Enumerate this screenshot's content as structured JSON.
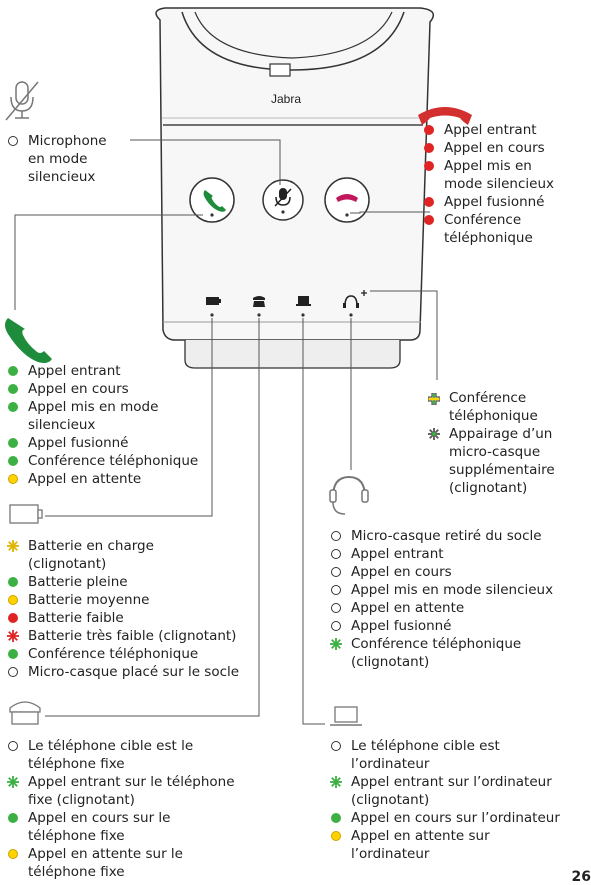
{
  "colors": {
    "green": "#3cb043",
    "red": "#e02424",
    "yellow": "#ffd200",
    "dark_green": "#1e8c3a",
    "device_red": "#d32f2f",
    "magenta": "#c2185b"
  },
  "device": {
    "brand": "Jabra"
  },
  "mic_label": {
    "lines": [
      "Microphone",
      "en mode",
      "silencieux"
    ],
    "indicator": "off",
    "icon": "mic-muted-icon"
  },
  "red_legend": {
    "icon": "hang-up-icon",
    "items": [
      {
        "text": "Appel entrant",
        "state": "red"
      },
      {
        "text": "Appel en cours",
        "state": "red"
      },
      {
        "text": "Appel mis en",
        "state": "red"
      },
      {
        "text": "mode silencieux",
        "state": "none"
      },
      {
        "text": "Appel fusionné",
        "state": "red"
      },
      {
        "text": "Conférence",
        "state": "red"
      },
      {
        "text": "téléphonique",
        "state": "none"
      }
    ]
  },
  "green_legend": {
    "icon": "answer-call-icon",
    "items": [
      {
        "text": "Appel entrant",
        "state": "green"
      },
      {
        "text": "Appel en cours",
        "state": "green"
      },
      {
        "text": "Appel mis en mode",
        "state": "green"
      },
      {
        "text": "silencieux",
        "state": "none"
      },
      {
        "text": "Appel fusionné",
        "state": "green"
      },
      {
        "text": "Conférence téléphonique",
        "state": "green"
      },
      {
        "text": "Appel en attente",
        "state": "yellow"
      }
    ]
  },
  "conference_legend": {
    "items": [
      {
        "text": "Conférence",
        "state": "plus"
      },
      {
        "text": "téléphonique",
        "state": "none"
      },
      {
        "text": "Appairage d’un",
        "state": "star-multi"
      },
      {
        "text": "micro-casque",
        "state": "none"
      },
      {
        "text": "supplémentaire",
        "state": "none"
      },
      {
        "text": "(clignotant)",
        "state": "none"
      }
    ]
  },
  "battery_legend": {
    "icon": "battery-icon",
    "items": [
      {
        "text": "Batterie en charge",
        "state": "star-yellow"
      },
      {
        "text": "(clignotant)",
        "state": "none"
      },
      {
        "text": "Batterie pleine",
        "state": "green"
      },
      {
        "text": "Batterie moyenne",
        "state": "yellow"
      },
      {
        "text": "Batterie faible",
        "state": "red"
      },
      {
        "text": "Batterie très faible (clignotant)",
        "state": "star-red"
      },
      {
        "text": "Conférence téléphonique",
        "state": "green"
      },
      {
        "text": "Micro-casque placé sur le socle",
        "state": "off"
      }
    ]
  },
  "headset_legend": {
    "icon": "headset-icon",
    "items": [
      {
        "text": "Micro-casque retiré du socle",
        "state": "off"
      },
      {
        "text": "Appel entrant",
        "state": "off"
      },
      {
        "text": "Appel en cours",
        "state": "off"
      },
      {
        "text": "Appel mis en mode silencieux",
        "state": "off"
      },
      {
        "text": "Appel en attente",
        "state": "off"
      },
      {
        "text": "Appel fusionné",
        "state": "off"
      },
      {
        "text": "Conférence téléphonique",
        "state": "star-green"
      },
      {
        "text": "(clignotant)",
        "state": "none"
      }
    ]
  },
  "desk_legend": {
    "icon": "desk-phone-icon",
    "items": [
      {
        "text": "Le téléphone cible est le",
        "state": "off"
      },
      {
        "text": "téléphone fixe",
        "state": "none"
      },
      {
        "text": "Appel entrant sur le téléphone",
        "state": "star-green"
      },
      {
        "text": "fixe (clignotant)",
        "state": "none"
      },
      {
        "text": "Appel en cours sur le",
        "state": "green"
      },
      {
        "text": "téléphone fixe",
        "state": "none"
      },
      {
        "text": "Appel en attente sur le",
        "state": "yellow"
      },
      {
        "text": "téléphone fixe",
        "state": "none"
      }
    ]
  },
  "computer_legend": {
    "icon": "computer-icon",
    "items": [
      {
        "text": "Le téléphone cible est",
        "state": "off"
      },
      {
        "text": "l’ordinateur",
        "state": "none"
      },
      {
        "text": "Appel entrant sur l’ordinateur",
        "state": "star-green"
      },
      {
        "text": "(clignotant)",
        "state": "none"
      },
      {
        "text": "Appel en cours sur l’ordinateur",
        "state": "green"
      },
      {
        "text": "Appel en attente sur",
        "state": "yellow"
      },
      {
        "text": "l’ordinateur",
        "state": "none"
      }
    ]
  },
  "page_number": "26"
}
